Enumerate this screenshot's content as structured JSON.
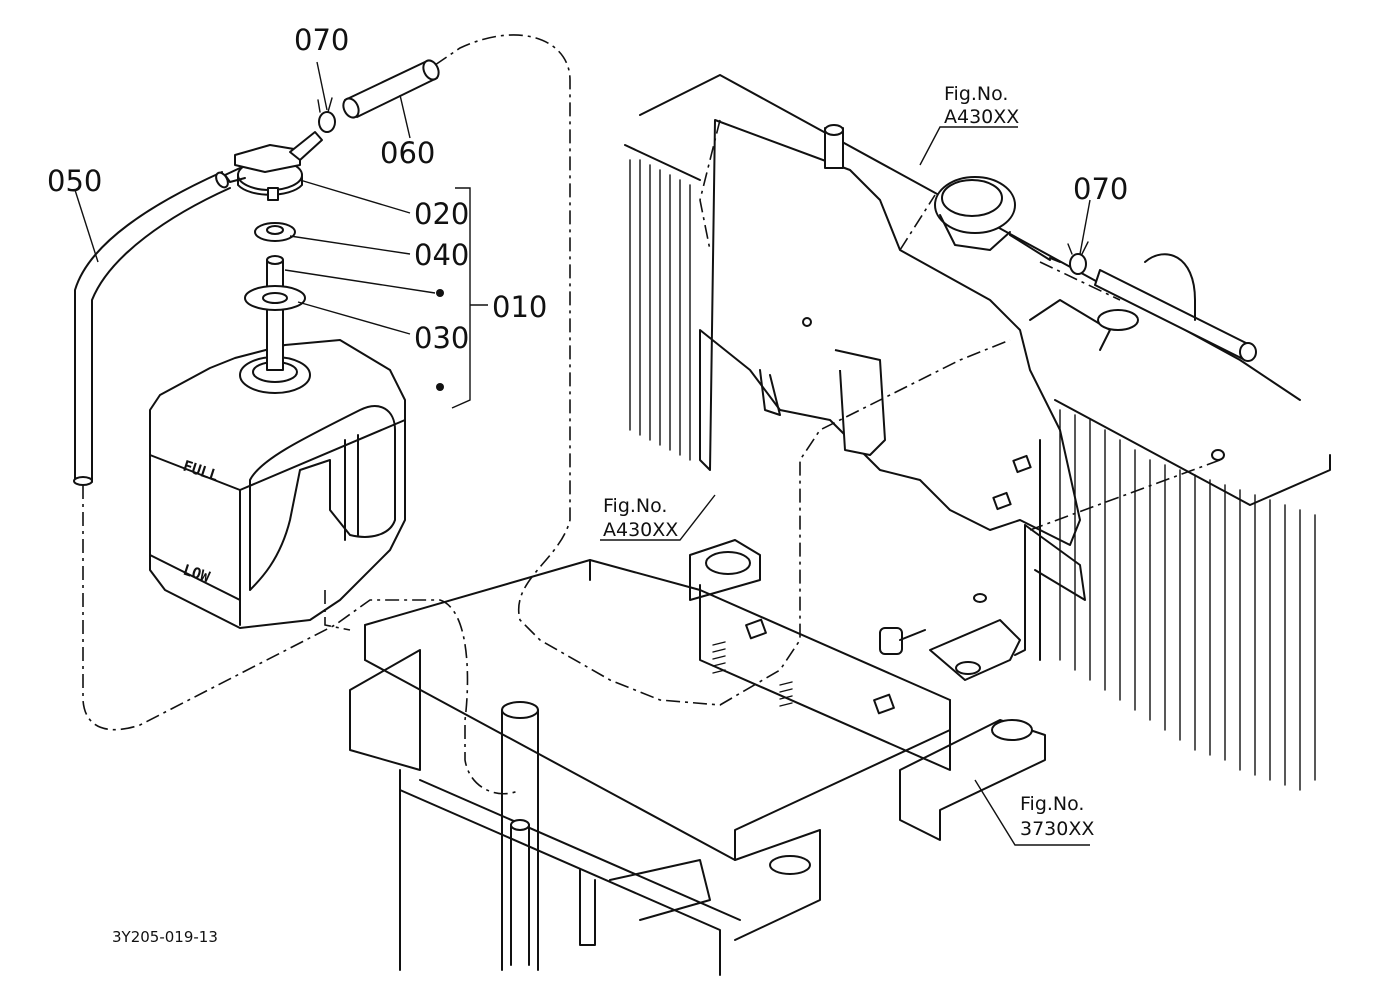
{
  "diagram_code": "3Y205-019-13",
  "part_labels": {
    "p070_top": "070",
    "p060": "060",
    "p050": "050",
    "p020": "020",
    "p040": "040",
    "p030": "030",
    "p010": "010",
    "p070_right": "070"
  },
  "figure_refs": {
    "ref_top": {
      "line1": "Fig.No.",
      "line2": "A430XX"
    },
    "ref_mid": {
      "line1": "Fig.No.",
      "line2": "A430XX"
    },
    "ref_bottom": {
      "line1": "Fig.No.",
      "line2": "3730XX"
    }
  },
  "tank_markings": {
    "full": "FULL",
    "low": "LOW"
  }
}
